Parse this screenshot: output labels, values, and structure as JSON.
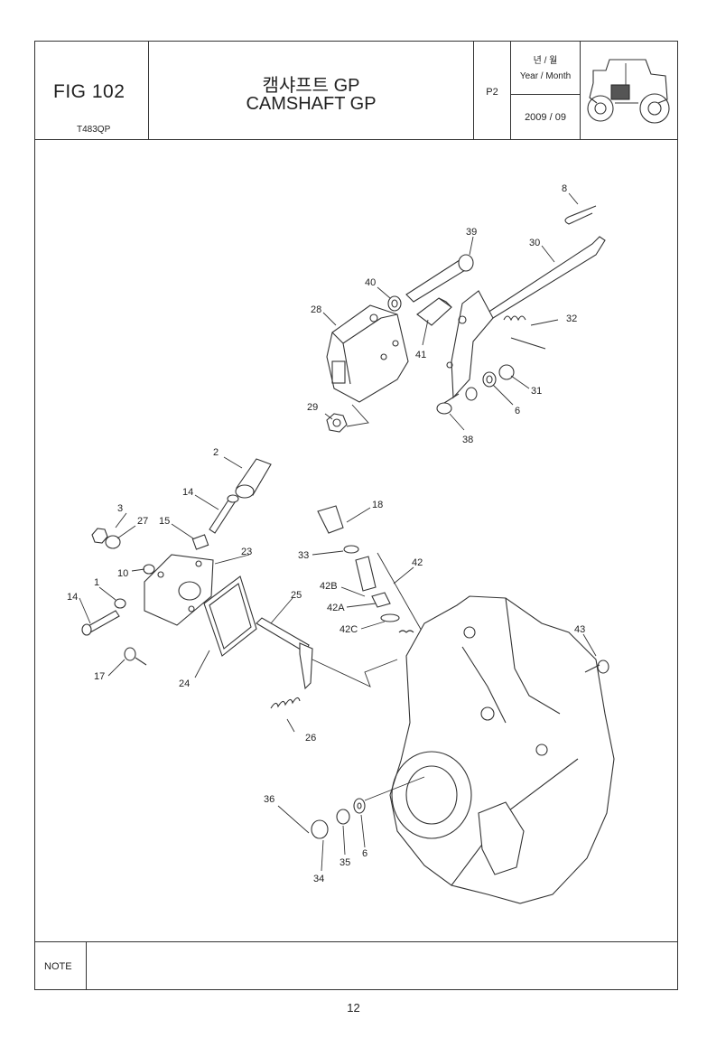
{
  "header": {
    "fig_label": "FIG 102",
    "model_code": "T483QP",
    "title_ko": "캠샤프트 GP",
    "title_en": "CAMSHAFT GP",
    "page_code": "P2",
    "year_month_ko": "년 / 월",
    "year_month_en": "Year / Month",
    "year_month_value": "2009 / 09"
  },
  "callouts": {
    "c1": "1",
    "c2": "2",
    "c3": "3",
    "c6a": "6",
    "c6b": "6",
    "c8": "8",
    "c10": "10",
    "c14a": "14",
    "c14b": "14",
    "c15": "15",
    "c17": "17",
    "c18": "18",
    "c23": "23",
    "c24": "24",
    "c25": "25",
    "c26": "26",
    "c27": "27",
    "c28": "28",
    "c29": "29",
    "c30": "30",
    "c31": "31",
    "c32": "32",
    "c33": "33",
    "c34": "34",
    "c35": "35",
    "c36": "36",
    "c38": "38",
    "c39": "39",
    "c40": "40",
    "c41": "41",
    "c42": "42",
    "c42a": "42A",
    "c42b": "42B",
    "c42c": "42C",
    "c43": "43"
  },
  "footer": {
    "note_label": "NOTE",
    "page_number": "12"
  }
}
